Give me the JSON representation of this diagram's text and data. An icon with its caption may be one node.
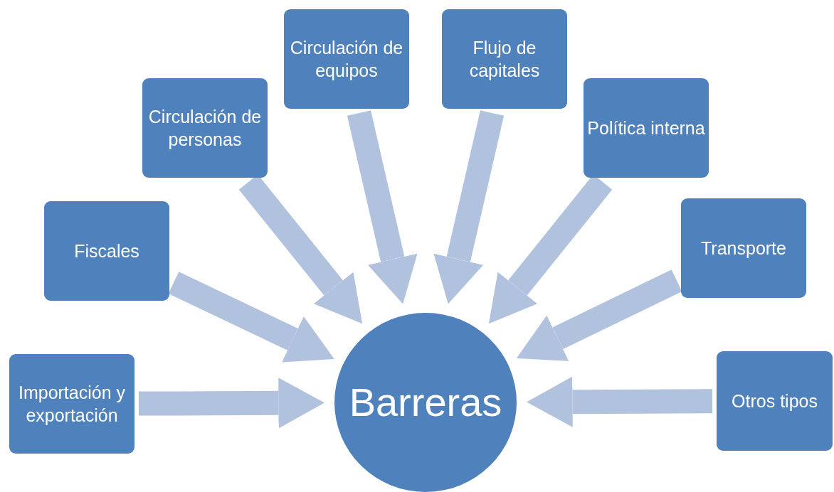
{
  "diagram": {
    "nodes": [
      {
        "text": [
          "Importación y exportación"
        ]
      },
      {
        "text": [
          "Fiscales"
        ]
      },
      {
        "text": [
          "Circulación de personas"
        ]
      },
      {
        "text": [
          "Circulación de equipos"
        ]
      },
      {
        "text": [
          "Flujo de capitales"
        ]
      },
      {
        "text": [
          "Política interna"
        ]
      },
      {
        "text": [
          "Transporte"
        ]
      },
      {
        "text": [
          "Otros tipos"
        ]
      },
      {
        "text": [
          "Barreras"
        ]
      }
    ],
    "edges": [
      {
        "from": 0,
        "to": 8,
        "arrow": "to"
      },
      {
        "from": 1,
        "to": 8,
        "arrow": "to"
      },
      {
        "from": 2,
        "to": 8,
        "arrow": "to"
      },
      {
        "from": 3,
        "to": 8,
        "arrow": "to"
      },
      {
        "from": 4,
        "to": 8,
        "arrow": "to"
      },
      {
        "from": 5,
        "to": 8,
        "arrow": "to"
      },
      {
        "from": 6,
        "to": 8,
        "arrow": "to"
      },
      {
        "from": 7,
        "to": 8,
        "arrow": "to"
      }
    ]
  }
}
